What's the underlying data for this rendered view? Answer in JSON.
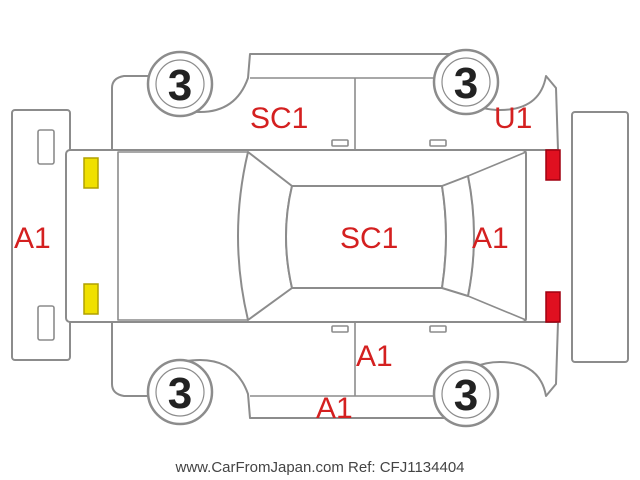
{
  "colors": {
    "outline": "#8c8c8c",
    "damage_code": "#d42020",
    "front_lights": "#f0e000",
    "rear_lights": "#e01020",
    "tire_text": "#222222",
    "footer_text": "#444444"
  },
  "tires": {
    "front_left": "3",
    "rear_left": "3",
    "front_right": "3",
    "rear_right": "3"
  },
  "damage_codes": {
    "front_bumper": "A1",
    "left_rear_door": "SC1",
    "left_rear_quarter": "U1",
    "roof": "SC1",
    "rear_glass_area": "A1",
    "right_rear_door": "A1",
    "right_rocker": "A1"
  },
  "footer": {
    "watermark": "www.CarFromJapan.com Ref: CFJ1134404"
  }
}
